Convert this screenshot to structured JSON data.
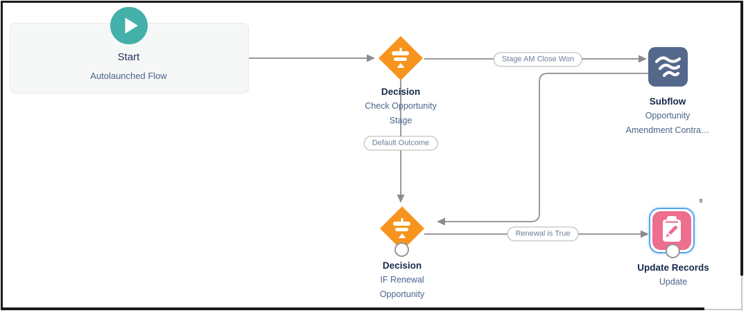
{
  "canvas": {
    "type_label": "Flow Builder canvas"
  },
  "colors": {
    "decision_orange": "#f7941e",
    "start_teal": "#43b0a9",
    "subflow_slate": "#54688c",
    "update_pink": "#ed6e8e",
    "selection_blue": "#57a3ec",
    "connector_gray": "#999999",
    "arrowhead_gray": "#8c8c8c",
    "title_text": "#17294a",
    "subtitle_text": "#4a648c"
  },
  "nodes": {
    "start": {
      "title": "Start",
      "subtitle": "Autolaunched Flow"
    },
    "decision_check_stage": {
      "title": "Decision",
      "label_line1": "Check Opportunity",
      "label_line2": "Stage"
    },
    "subflow": {
      "title": "Subflow",
      "label_line1": "Opportunity",
      "label_line2": "Amendment Contra…"
    },
    "decision_if_renewal": {
      "title": "Decision",
      "label_line1": "IF Renewal",
      "label_line2": "Opportunity"
    },
    "update_records": {
      "title": "Update Records",
      "label_line1": "Update"
    }
  },
  "connectors": {
    "stage_am_close_won": "Stage AM Close Won",
    "default_outcome": "Default Outcome",
    "renewal_is_true": "Renewal is True"
  }
}
